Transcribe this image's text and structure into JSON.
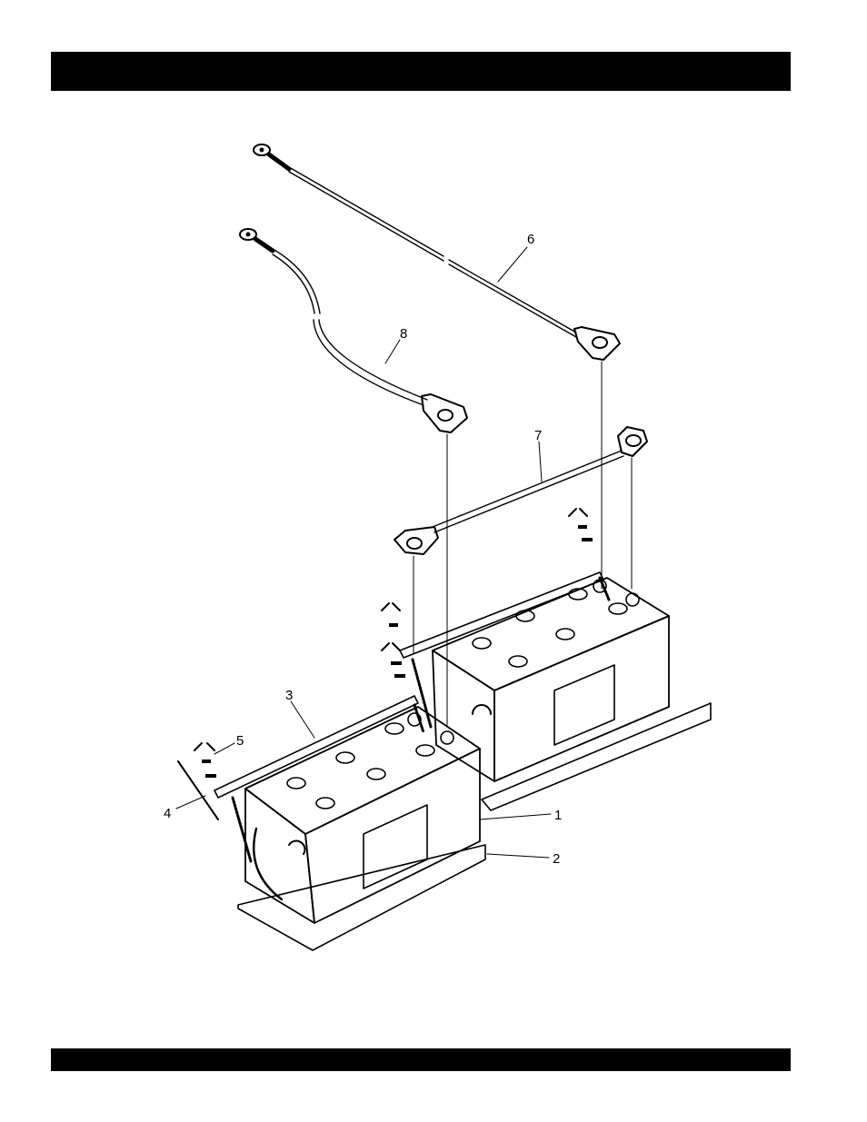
{
  "header": {
    "title": ""
  },
  "footer": {
    "text": ""
  },
  "colors": {
    "ink": "#000000",
    "paper": "#ffffff",
    "bars": "#000000"
  },
  "callouts": [
    {
      "id": "1",
      "label": "1"
    },
    {
      "id": "2",
      "label": "2"
    },
    {
      "id": "3",
      "label": "3"
    },
    {
      "id": "4",
      "label": "4"
    },
    {
      "id": "5",
      "label": "5"
    },
    {
      "id": "6",
      "label": "6"
    },
    {
      "id": "7",
      "label": "7"
    },
    {
      "id": "8",
      "label": "8"
    }
  ]
}
